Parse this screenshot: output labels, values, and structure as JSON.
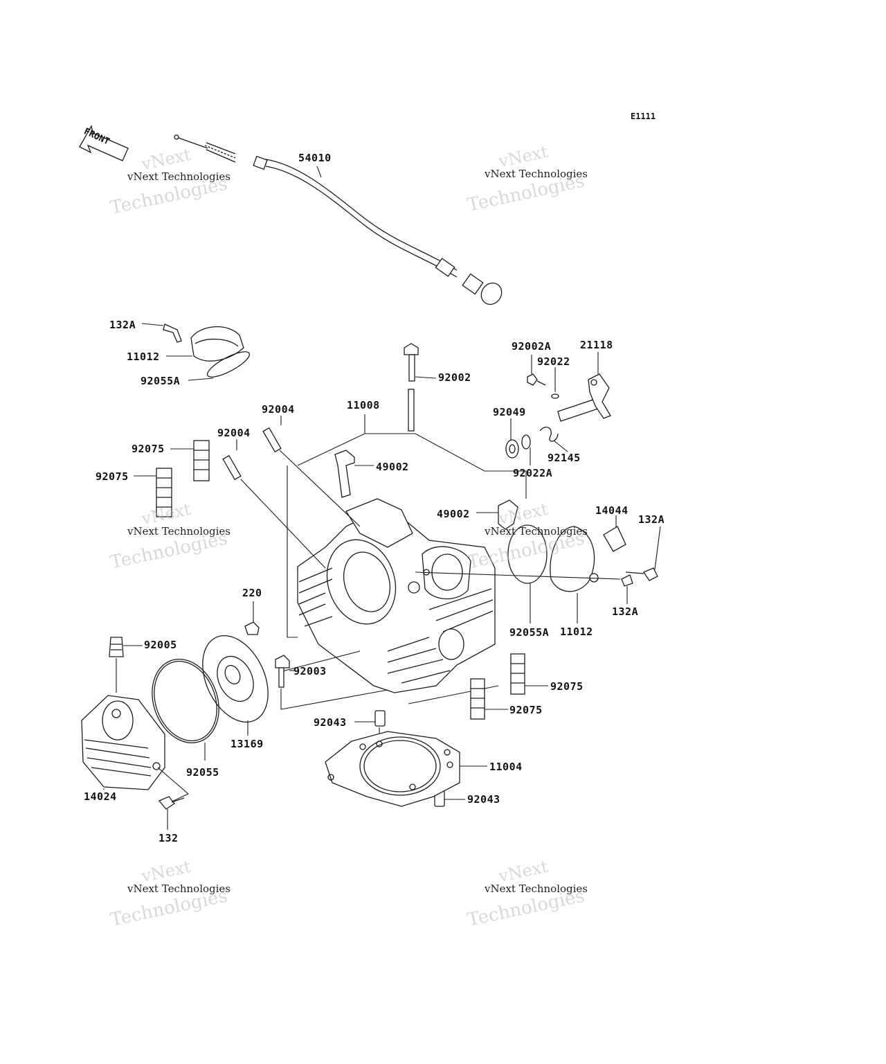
{
  "diagram_code": "E1111",
  "front_marker": "FRONT",
  "watermark": {
    "small": "vNext Technologies",
    "large_top": "vNext",
    "large_bottom": "Technologies"
  },
  "part_labels": {
    "cable": "54010",
    "bolt_132A_top": "132A",
    "cap_11012_top": "11012",
    "oring_92055A_top": "92055A",
    "stud_92002": "92002",
    "bolt_92002A": "92002A",
    "washer_92022": "92022",
    "lever_21118": "21118",
    "stud_92004_a": "92004",
    "head_11008": "11008",
    "stud_92004_b": "92004",
    "damper_92075_a": "92075",
    "damper_92075_b": "92075",
    "guide_49002_a": "49002",
    "oil_seal_92049": "92049",
    "spring_92145": "92145",
    "washer_92022A": "92022A",
    "guide_49002_b": "49002",
    "plate_14044": "14044",
    "bolt_132A_right_top": "132A",
    "bolt_132A_right_bottom": "132A",
    "oring_92055A_right": "92055A",
    "cap_11012_right": "11012",
    "plug_220": "220",
    "fitting_92005": "92005",
    "bolt_92003": "92003",
    "damper_92075_c": "92075",
    "damper_92075_d": "92075",
    "dowel_92043_top": "92043",
    "gasket_11004": "11004",
    "dowel_92043_bottom": "92043",
    "oring_92055": "92055",
    "plate_13169": "13169",
    "cover_14024": "14024",
    "bolt_132": "132"
  }
}
